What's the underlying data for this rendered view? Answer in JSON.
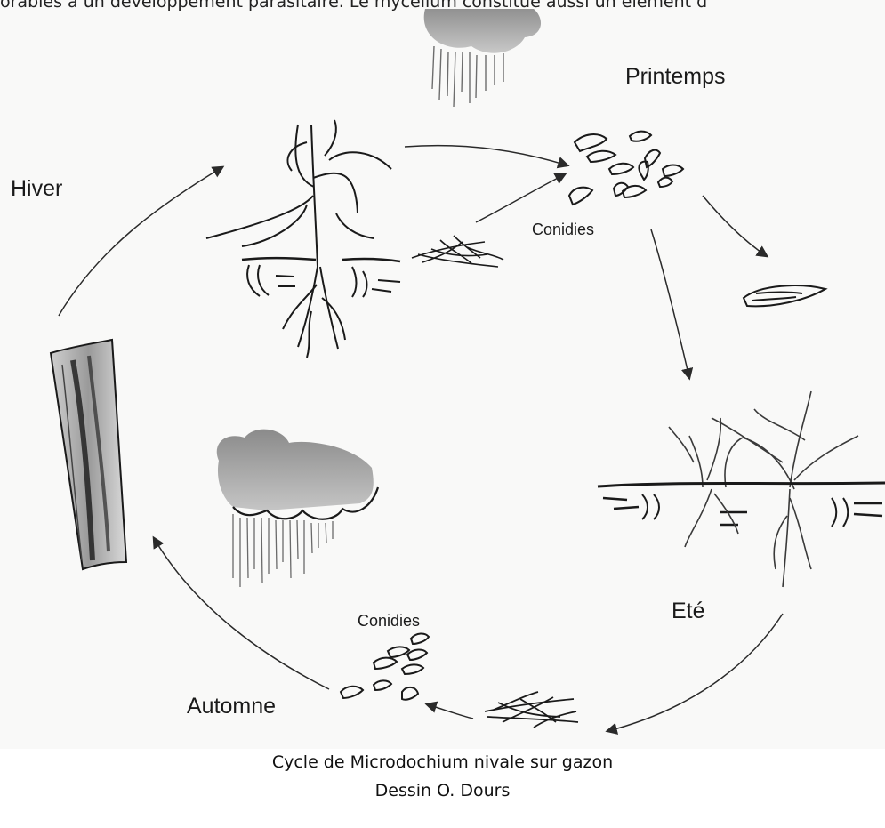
{
  "top_text": "orables à un développement parasitaire. Le mycélium constitue aussi un élément d",
  "labels": {
    "printemps": "Printemps",
    "hiver": "Hiver",
    "ete": "Eté",
    "automne": "Automne",
    "conidies_top": "Conidies",
    "conidies_bottom": "Conidies"
  },
  "caption": {
    "line1": "Cycle de Microdochium nivale sur gazon",
    "line2": "Dessin O. Dours"
  },
  "colors": {
    "ink": "#1a1a1a",
    "paper": "#f9f9f8",
    "cloud": "#8a8a8a"
  },
  "icons": [
    "cloud-rain",
    "plant-sick",
    "mycelium",
    "conidia",
    "seed",
    "plant-healthy",
    "straw-stem"
  ]
}
